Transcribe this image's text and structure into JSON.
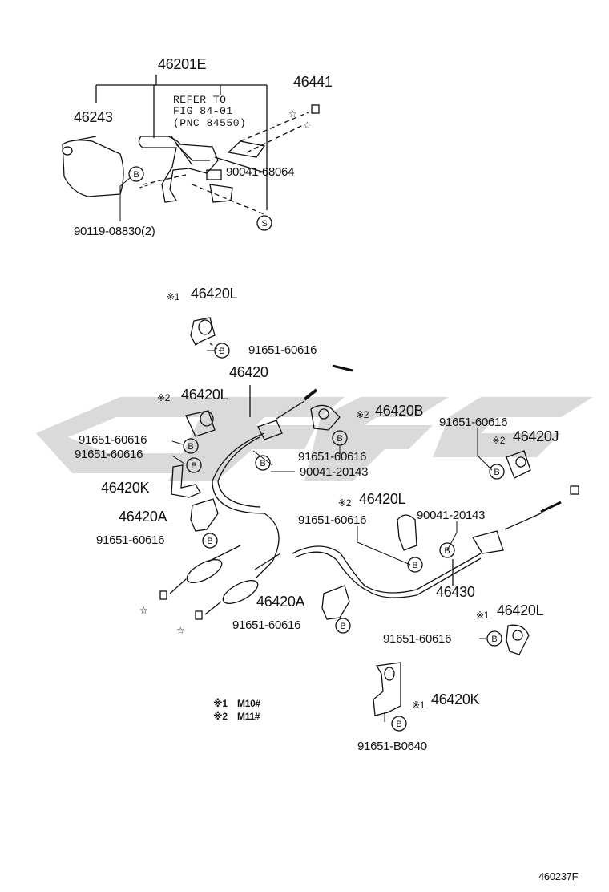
{
  "labels": {
    "asm_46201E": "46201E",
    "p46243": "46243",
    "p46441": "46441",
    "refer_line1": "REFER TO",
    "refer_line2": "FIG 84-01",
    "refer_line3": "(PNC 84550)",
    "p90041_68064": "90041-68064",
    "p90119_08830": "90119-08830(2)",
    "mark_top_L": "※1",
    "p46420L_top": "46420L",
    "p91651_top": "91651-60616",
    "p46420": "46420",
    "mark_L2": "※2",
    "p46420L_2": "46420L",
    "mark_B2": "※2",
    "p46420B": "46420B",
    "p91651_a": "91651-60616",
    "p91651_b": "91651-60616",
    "p91651_c": "91651-60616",
    "p90041_20143_a": "90041-20143",
    "p46420K_left": "46420K",
    "p91651_J": "91651-60616",
    "mark_J": "※2",
    "p46420J": "46420J",
    "p46420A_left": "46420A",
    "p91651_d": "91651-60616",
    "mark_L3": "※2",
    "p46420L_3": "46420L",
    "p90041_20143_b": "90041-20143",
    "p91651_e": "91651-60616",
    "p46430": "46430",
    "p46420A_mid": "46420A",
    "p91651_f": "91651-60616",
    "mark_L4": "※1",
    "p46420L_4": "46420L",
    "p91651_g": "91651-60616",
    "note1_mark": "※1",
    "note1_text": "M10#",
    "note2_mark": "※2",
    "note2_text": "M11#",
    "mark_K2": "※1",
    "p46420K_right": "46420K",
    "p91651_B0640": "91651-B0640",
    "fig_code": "460237F"
  },
  "callouts": {
    "bolt": "B",
    "screw": "S"
  }
}
